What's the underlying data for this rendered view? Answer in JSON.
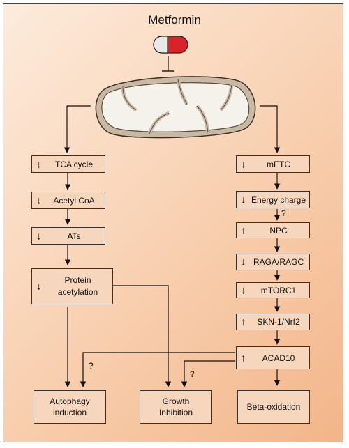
{
  "title": "Metformin",
  "left_pathway": [
    {
      "label": "TCA cycle",
      "arrow": "↓"
    },
    {
      "label": "Acetyl CoA",
      "arrow": "↓"
    },
    {
      "label": "ATs",
      "arrow": "↓"
    },
    {
      "label_line1": "Protein",
      "label_line2": "acetylation",
      "arrow": "↓"
    }
  ],
  "right_pathway": [
    {
      "label": "mETC",
      "arrow": "↓"
    },
    {
      "label": "Energy charge",
      "arrow": "↓"
    },
    {
      "label": "NPC",
      "arrow": "↑"
    },
    {
      "label": "RAGA/RAGC",
      "arrow": "↓"
    },
    {
      "label": "mTORC1",
      "arrow": "↓"
    },
    {
      "label": "SKN-1/Nrf2",
      "arrow": "↑"
    },
    {
      "label": "ACAD10",
      "arrow": "↑"
    }
  ],
  "outcomes": [
    {
      "line1": "Autophagy",
      "line2": "induction"
    },
    {
      "line1": "Growth",
      "line2": "Inhibition"
    },
    {
      "line1": "Beta-oxidation"
    }
  ],
  "uncertain_mark": "?",
  "colors": {
    "capsule_left": "#e9e9e9",
    "capsule_right": "#d8232a",
    "mito_outer": "#c9b8a2",
    "mito_inner": "#f5f2ec",
    "box_fill": "#f6d6bd"
  }
}
